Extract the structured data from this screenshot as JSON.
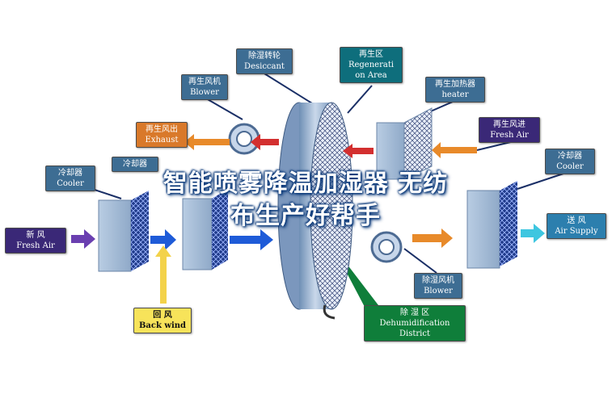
{
  "labels": {
    "desiccant": {
      "zh": "除湿转轮",
      "en": "Desiccant"
    },
    "regeneration": {
      "zh": "再生区",
      "en1": "Regenerati",
      "en2": "on Area"
    },
    "regen_blower": {
      "zh": "再生风机",
      "en": "Blower"
    },
    "regen_heater": {
      "zh": "再生加热器",
      "en": "heater"
    },
    "exhaust": {
      "zh": "再生风出",
      "en": "Exhaust"
    },
    "fresh_in": {
      "zh": "再生风进",
      "en": "Fresh Air"
    },
    "cooler_left": {
      "zh": "冷却器",
      "en": "Cooler"
    },
    "cooler_mid": {
      "zh": "冷却器"
    },
    "cooler_right": {
      "zh": "冷却器",
      "en": "Cooler"
    },
    "fresh_air": {
      "zh": "新 风",
      "en": "Fresh Air"
    },
    "air_supply": {
      "zh": "送 风",
      "en": "Air Supply"
    },
    "back_wind": {
      "zh": "回 风",
      "en": "Back wind"
    },
    "dehum_blower": {
      "zh": "除湿风机",
      "en": "Blower"
    },
    "dehum_district": {
      "zh": "除 湿 区",
      "en1": "Dehumidification",
      "en2": "District"
    }
  },
  "overlay": {
    "line1": "智能喷雾降温加湿器 无纺",
    "line2": "布生产好帮手"
  },
  "colors": {
    "callout_blue": "#3d6d93",
    "exhaust_orange": "#d9792a",
    "fresh_purple": "#3a2877",
    "supply_cyan": "#2c7fae",
    "back_yellow": "#f7e35a",
    "district_green": "#0f7e3a",
    "arrow_red": "#d32f2f",
    "arrow_blue": "#1e5bd8",
    "arrow_purple": "#6a3fb0",
    "arrow_orange": "#e88a2a",
    "arrow_yellow": "#f3d24a",
    "arrow_cyan": "#3dc6e0"
  }
}
